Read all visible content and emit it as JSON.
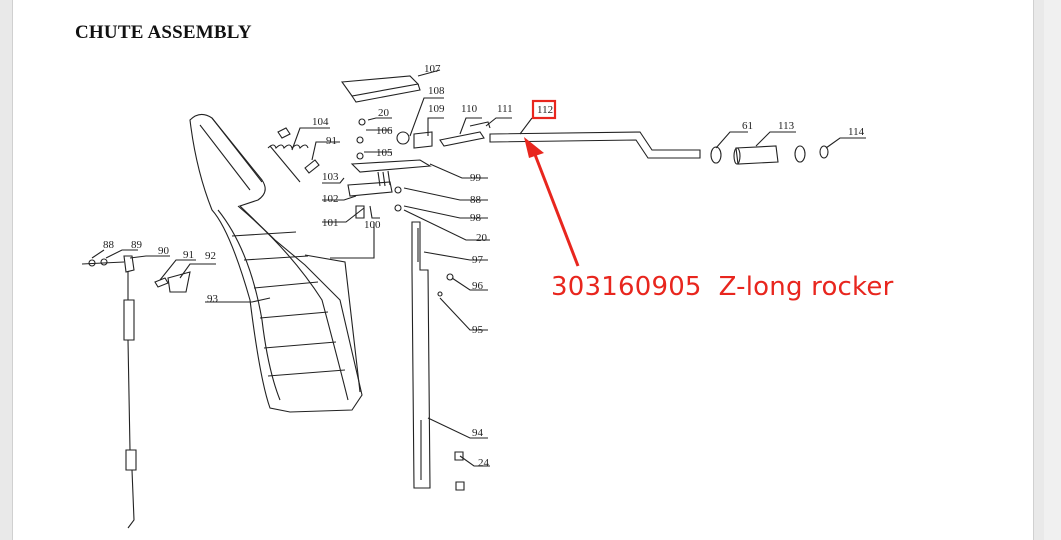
{
  "document": {
    "title": "CHUTE ASSEMBLY"
  },
  "annotation": {
    "text": "303160905  Z-long rocker",
    "color": "#e8261e",
    "highlighted_callout": "112"
  },
  "callouts": [
    "107",
    "108",
    "109",
    "110",
    "111",
    "112",
    "20",
    "106",
    "105",
    "104",
    "91",
    "103",
    "99",
    "102",
    "88",
    "98",
    "101",
    "100",
    "20",
    "97",
    "96",
    "95",
    "94",
    "24",
    "61",
    "113",
    "114",
    "88",
    "89",
    "90",
    "91",
    "92",
    "93"
  ]
}
